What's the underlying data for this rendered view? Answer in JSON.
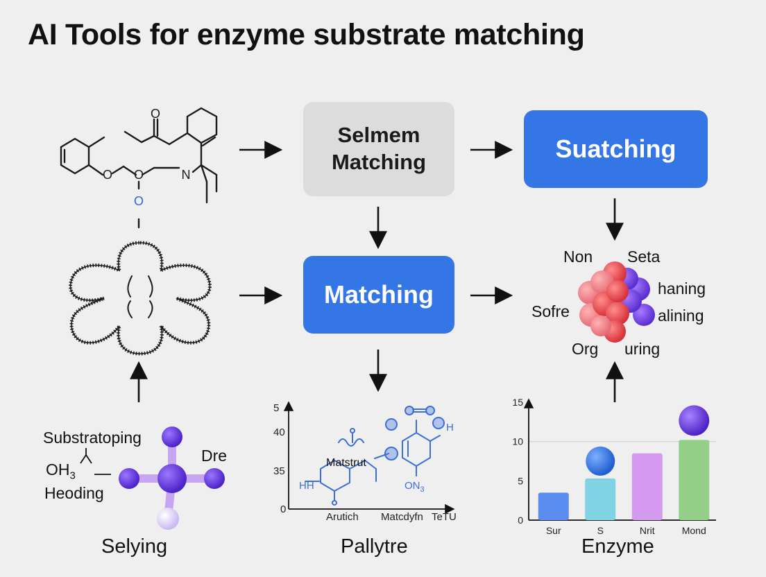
{
  "title": "AI Tools for enzyme substrate matching",
  "boxes": {
    "selmem": "Selmem\nMatching",
    "suatching": "Suatching",
    "matching": "Matching"
  },
  "molecule_top": {
    "atom_o_top": "O",
    "atom_o_left": "O",
    "atom_o_mid": "O",
    "atom_n": "N",
    "atom_o_blue": "O"
  },
  "cluster_labels": {
    "non": "Non",
    "seta": "Seta",
    "haning": "haning",
    "sofre": "Sofre",
    "alining": "alining",
    "org": "Org",
    "uring": "uring"
  },
  "left_molecule": {
    "substratoping": "Substratoping",
    "oh3": "OH",
    "oh3_sub": "3",
    "heoding": "Heoding",
    "dre": "Dre"
  },
  "middle_plot": {
    "yticks": [
      "5",
      "40",
      "35",
      "0"
    ],
    "xlabels": [
      "Arutich",
      "Matcdyfn",
      "TeTU"
    ],
    "struct_label": "Matstrut",
    "atom_hh": "HH",
    "atom_on3": "ON",
    "atom_on3_sub": "3",
    "atom_h": "H"
  },
  "chart_data": {
    "type": "bar",
    "categories": [
      "Sur",
      "S",
      "Nrit",
      "Mond"
    ],
    "values": [
      3.5,
      5.3,
      8.5,
      10.2
    ],
    "yticks": [
      "15",
      "10",
      "5",
      "0"
    ],
    "ylim": [
      0,
      15
    ],
    "bar_colors": [
      "#5b8cf0",
      "#7fd3e3",
      "#d49af0",
      "#93cf86"
    ],
    "title": "",
    "xlabel": "",
    "ylabel": ""
  },
  "captions": {
    "left": "Selying",
    "middle": "Pallytre",
    "right": "Enzyme"
  },
  "colors": {
    "blue_box": "#3476e6",
    "gray_box": "#dcdcdc",
    "line_blue": "#3b6fd8",
    "atom_purple": "#6a3fdc"
  }
}
